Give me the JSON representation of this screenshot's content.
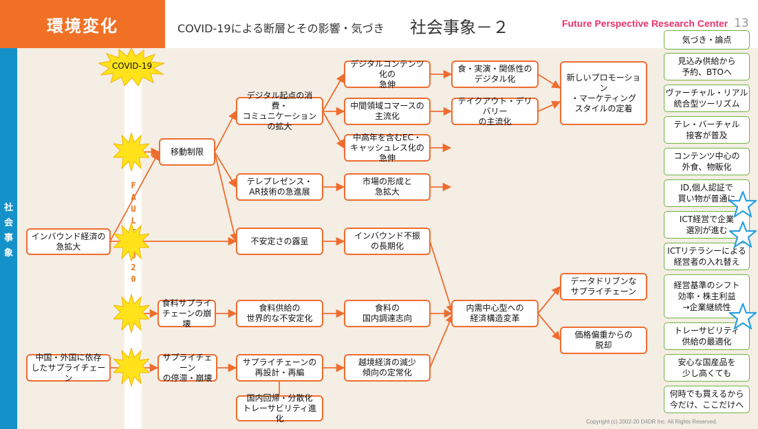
{
  "header": {
    "title": "環境変化",
    "subtitle": "COVID-19による断層とその影響・気づき",
    "section": "社会事象－２",
    "brand": "Future Perspective Research Center",
    "page_number": "13"
  },
  "left_label": "社\n会\n事\n象",
  "timeline": {
    "event": "COVID-19",
    "fault": "F\nA\nU\nL\nT\n2\n0\n2\n0"
  },
  "nodes": {
    "n_inbound": "インバウンド経済の\n急拡大",
    "n_china": "中国・外国に依存\nしたサプライチェーン",
    "n_move": "移動制限",
    "n_food_chain": "食料サプライ\nチェーンの崩壊",
    "n_supply_stop": "サプライチェーン\nの停滞・崩壊",
    "n_digital_origin": "デジタル起点の消費・\nコミュニケーションの拡大",
    "n_telepresence": "テレプレゼンス・\nAR技術の急進展",
    "n_unstable": "不安定さの露呈",
    "n_food_supply": "食料供給の\n世界的な不安定化",
    "n_redesign": "サプライチェーンの\n再設計・再編",
    "n_domestic": "国内回帰・分散化\nトレーサビリティ進化",
    "n_digital_content": "デジタルコンテンツ化の\n急伸",
    "n_mid_commerce": "中間領域コマースの\n主流化",
    "n_senior_ec": "中高年を含むEC・\nキャッシュレス化の急伸",
    "n_market": "市場の形成と\n急拡大",
    "n_inbound_slump": "インバウンド不振\nの長期化",
    "n_food_domestic": "食料の\n国内調達志向",
    "n_crossborder": "越境経済の減少\n傾向の定常化",
    "n_food_digital": "食・実演・関係性の\nデジタル化",
    "n_takeout": "テイクアウト・デリバリー\nの主流化",
    "n_promotion": "新しいプロモーション\n・マーケティング\nスタイルの定着",
    "n_domestic_econ": "内需中心型への\n経済構造変革",
    "n_data_driven": "データドリブンな\nサプライチェーン",
    "n_price": "価格偏重からの\n脱却"
  },
  "insights": {
    "heading": "気づき・論点",
    "items": [
      "見込み供給から\n予約、BTOへ",
      "ヴァーチャル・リアル\n統合型ツーリズム",
      "テレ・バーチャル\n接客が普及",
      "コンテンツ中心の\n外食、物販化",
      "ID,個人認証で\n買い物が普通に",
      "ICT経営で企業\n選別が進む",
      "ICTリテラシーによる\n経営者の入れ替え",
      "経営基準のシフト\n効率・株主利益\n→企業継続性",
      "トレーサビリティ\n供給の最適化",
      "安心な国産品を\n少し高くても",
      "何時でも買えるから\n今だけ、ここだけへ"
    ]
  },
  "footer": {
    "copyright": "Copyright (c) 2002-20 D4DR Inc. All Rights Reserved."
  },
  "colors": {
    "accent": "#f07126",
    "node_border": "#ef6c2f",
    "insight_border": "#6eb23f",
    "left_bar": "#1591c9",
    "background": "#f4eee4",
    "brand": "#e8336b",
    "star": "#2a9fe0",
    "burst": "#ffe21a"
  }
}
